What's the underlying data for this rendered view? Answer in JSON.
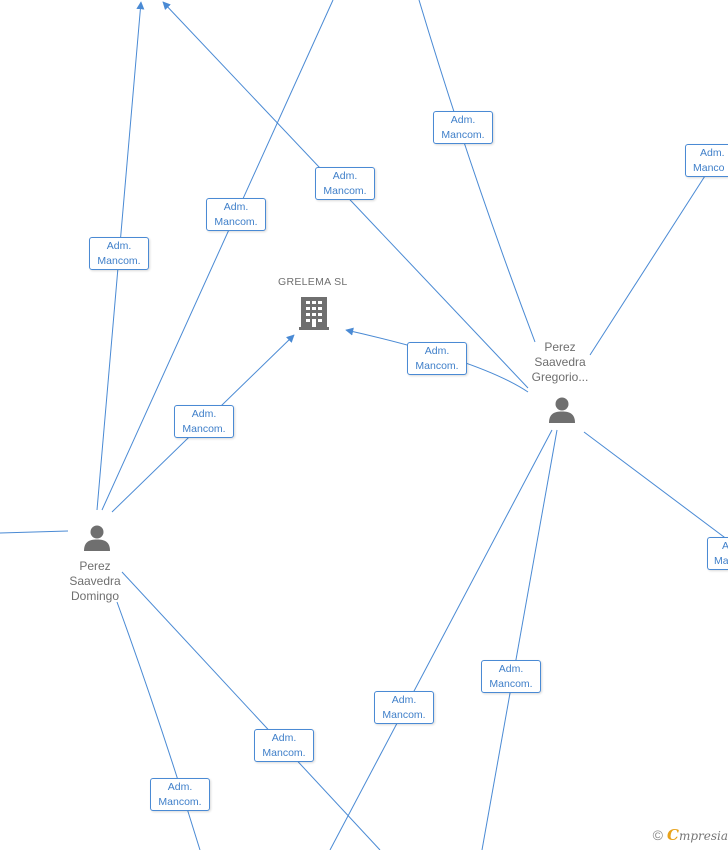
{
  "company": {
    "name": "GRELEMA SL"
  },
  "persons": {
    "domingo": {
      "line1": "Perez",
      "line2": "Saavedra",
      "line3": "Domingo"
    },
    "gregorio": {
      "line1": "Perez",
      "line2": "Saavedra",
      "line3": "Gregorio..."
    }
  },
  "edge_label": {
    "line1": "Adm.",
    "line2": "Mancom."
  },
  "edge_label_partial": {
    "line1": "Adm.",
    "line2": "Manco"
  },
  "edge_label_clip": {
    "line1": "A",
    "line2": "Ma"
  },
  "footer": {
    "copyright": "©",
    "brand_initial": "C",
    "brand_rest": "mpresia"
  },
  "colors": {
    "edge": "#4a8ad4",
    "icon": "#6f6f6f"
  }
}
